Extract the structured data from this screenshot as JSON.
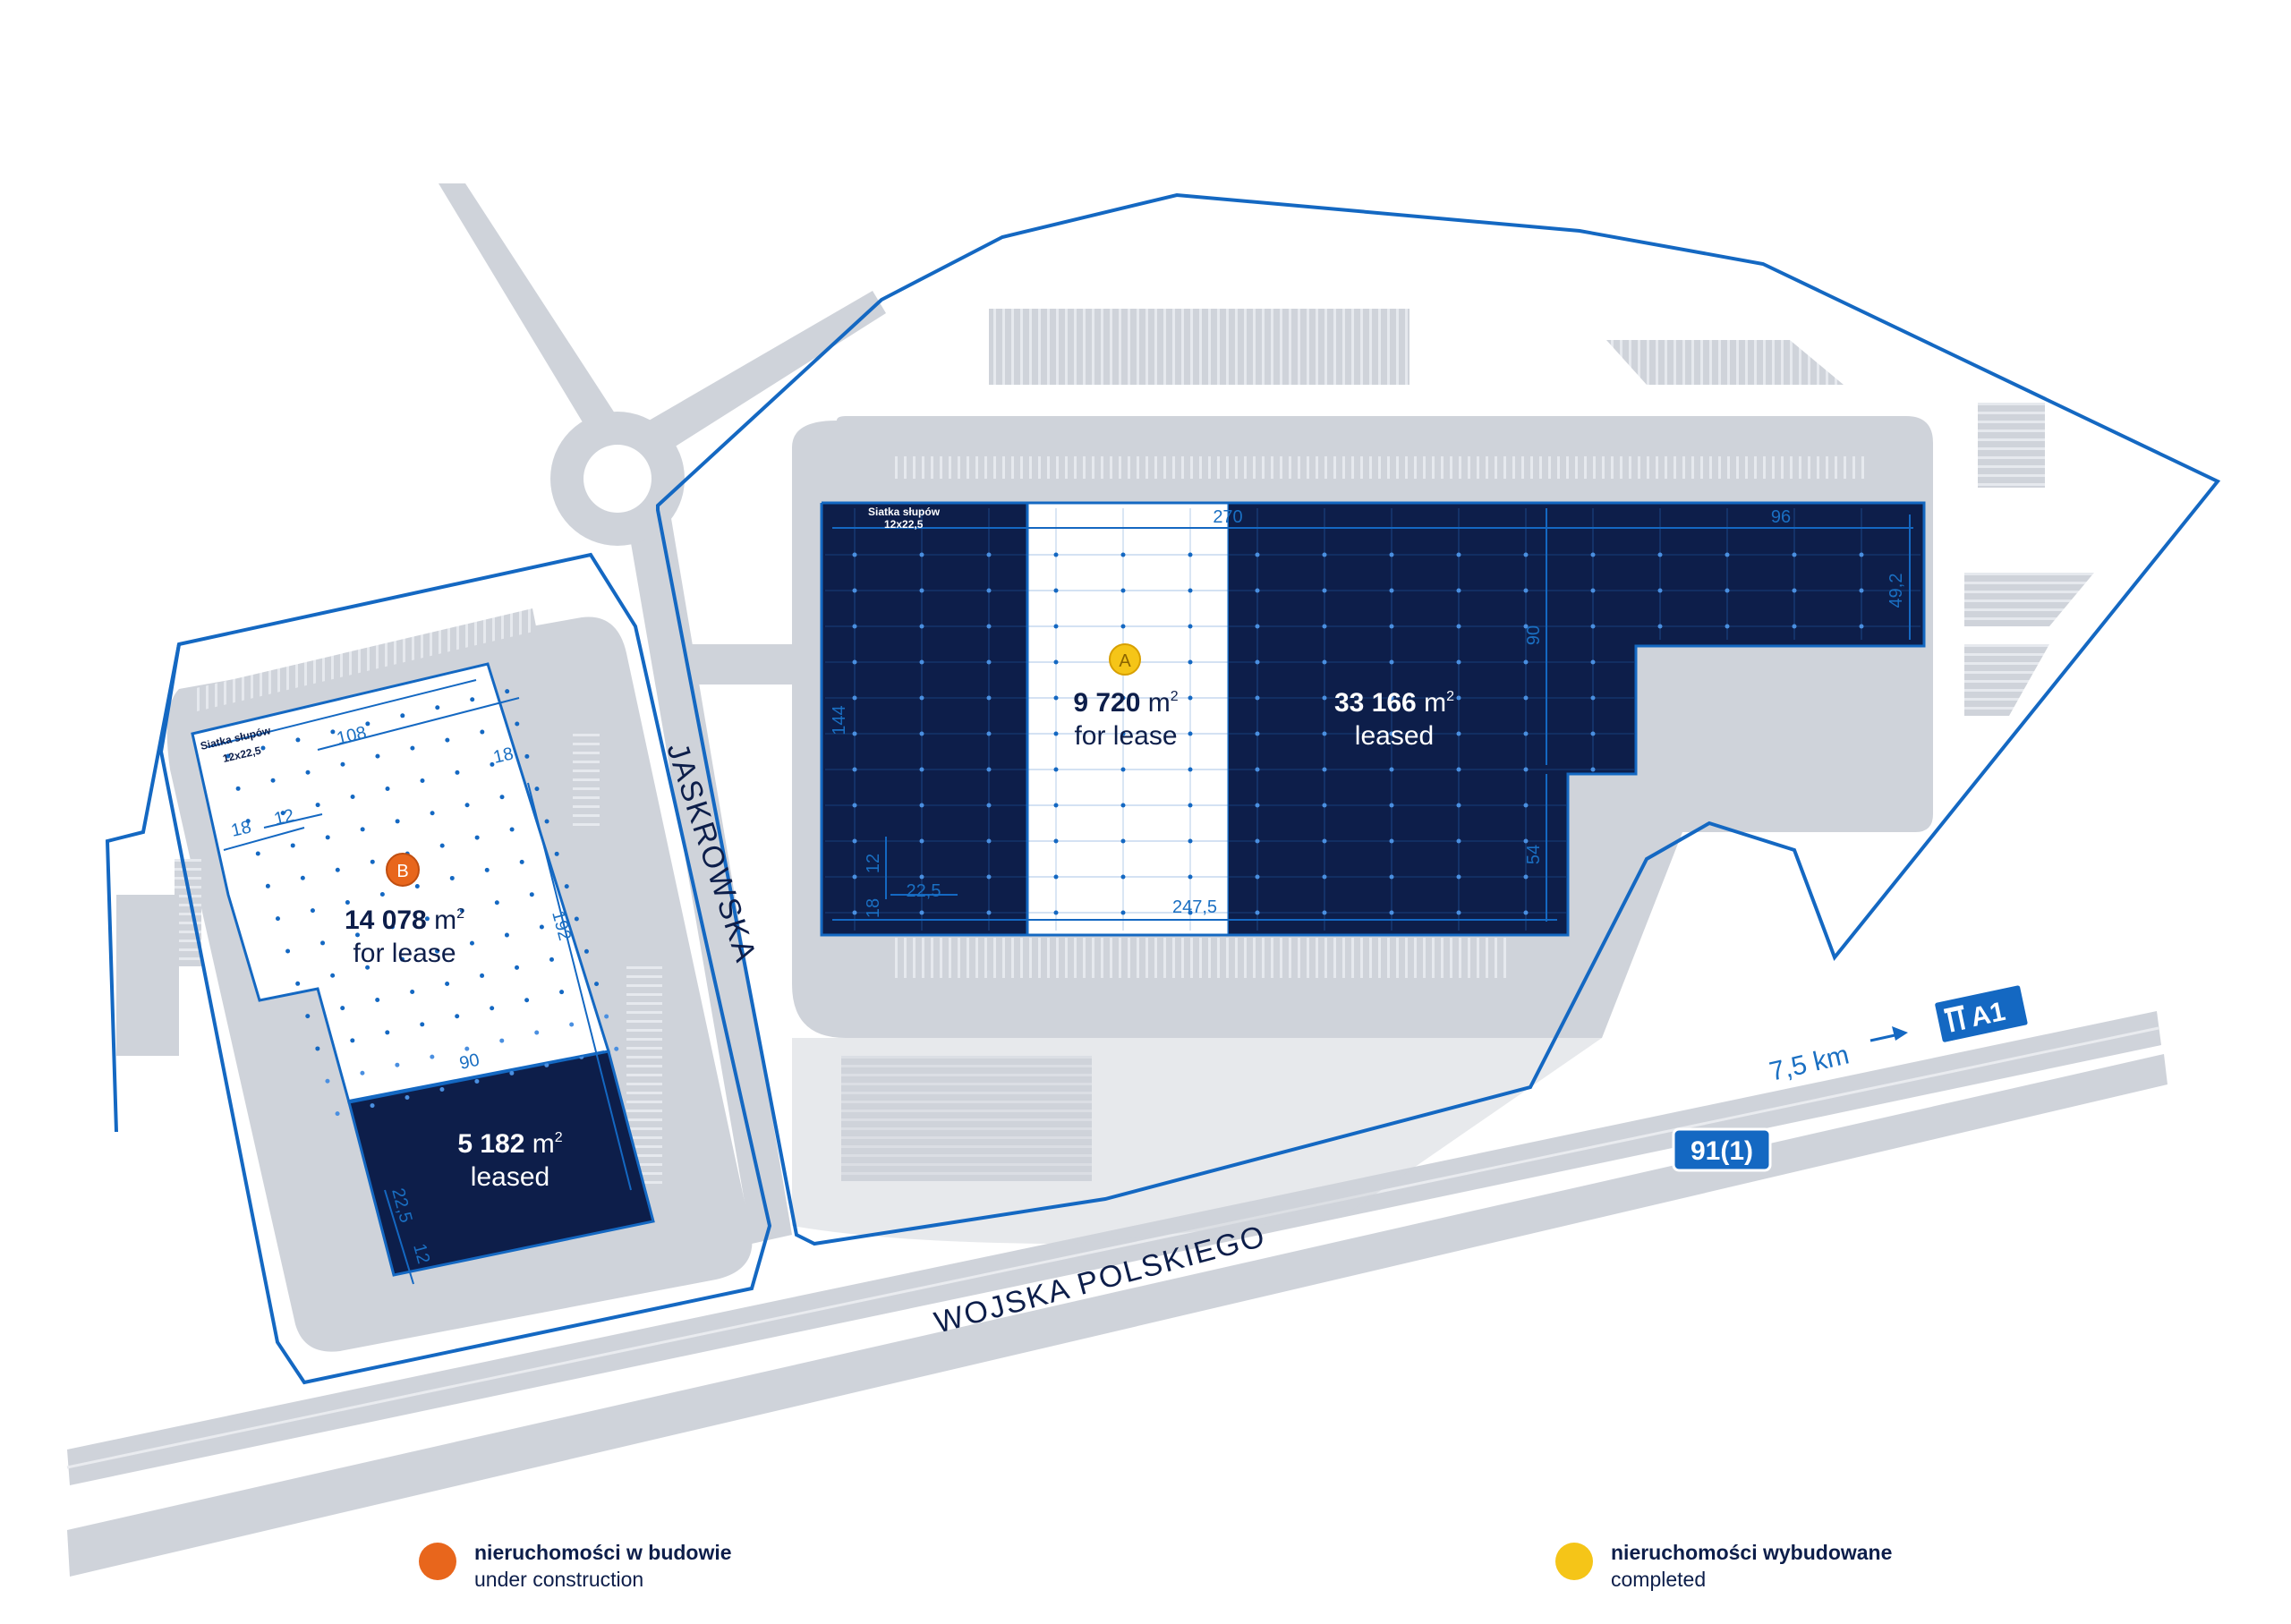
{
  "colors": {
    "road": "#cfd3da",
    "road_dark": "#b9bfc8",
    "plot_line": "#1468c2",
    "leased_fill": "#0d1e4a",
    "lease_fill": "#ffffff",
    "grid_line": "#2a6fc4",
    "text_dark": "#0d1e4a",
    "accent_blue": "#1a6fc2",
    "under_construction": "#e8661c",
    "completed": "#f5c518",
    "badge_bg": "#1468c2"
  },
  "streets": {
    "jaskrowska": "JASKROWSKA",
    "wojska_polskiego": "WOJSKA POLSKIEGO"
  },
  "road_signs": {
    "a1_distance": "7,5 km",
    "motorway": "A1",
    "motorway_icon": "motorway-sign-icon",
    "national_road": "91(1)"
  },
  "building_a": {
    "marker": "A",
    "grid_note_1": "Siatka słupów",
    "grid_note_2": "12x22,5",
    "lease_area": "9 720",
    "lease_unit": "m",
    "lease_status": "for lease",
    "leased_area": "33 166",
    "leased_unit": "m",
    "leased_status": "leased",
    "dims": {
      "total_length": "270",
      "annex_length": "96",
      "annex_depth": "49,2",
      "depth_main": "90",
      "depth_left": "144",
      "depth_lower": "54",
      "bottom_length": "247,5",
      "bay": "22,5",
      "span": "12",
      "dock": "18"
    }
  },
  "building_b": {
    "marker": "B",
    "grid_note_1": "Siatka słupów",
    "grid_note_2": "12x22,5",
    "lease_area": "14 078",
    "lease_unit": "m",
    "lease_status": "for lease",
    "leased_area": "5 182",
    "leased_unit": "m",
    "leased_status": "leased",
    "dims": {
      "length": "108",
      "right_dock": "18",
      "left_dock": "18",
      "span": "12",
      "depth": "192",
      "width_lower": "90",
      "bay": "22,5",
      "bottom_span": "12"
    }
  },
  "legend": {
    "under_construction_pl": "nieruchomości w budowie",
    "under_construction_en": "under construction",
    "completed_pl": "nieruchomości wybudowane",
    "completed_en": "completed"
  }
}
